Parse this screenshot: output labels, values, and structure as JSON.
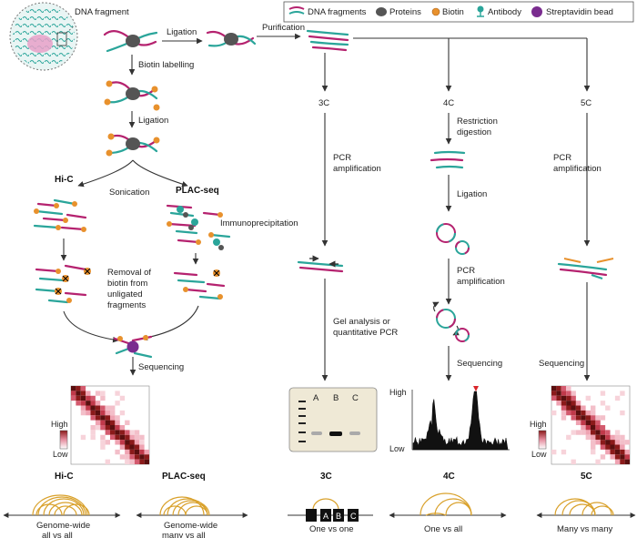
{
  "header": {
    "dna_fragment_label": "DNA fragment"
  },
  "legend": {
    "items": [
      {
        "label": "DNA fragments",
        "icon": "dna-fragments-icon"
      },
      {
        "label": "Proteins",
        "icon": "protein-icon"
      },
      {
        "label": "Biotin",
        "icon": "biotin-icon"
      },
      {
        "label": "Antibody",
        "icon": "antibody-icon"
      },
      {
        "label": "Streptavidin bead",
        "icon": "streptavidin-bead-icon"
      }
    ]
  },
  "steps": {
    "ligation_top": "Ligation",
    "purification": "Purification",
    "biotin_labelling": "Biotin labelling",
    "ligation_mid": "Ligation",
    "sonication": "Sonication",
    "immunoprecipitation": "Immunoprecipitation",
    "removal_line1": "Removal of",
    "removal_line2": "biotin from",
    "removal_line3": "unligated",
    "removal_line4": "fragments",
    "sequencing_left": "Sequencing"
  },
  "methods": {
    "hic": "Hi-C",
    "plac": "PLAC-seq",
    "c3": "3C",
    "c4": "4C",
    "c5": "5C"
  },
  "branch_3c": {
    "label": "3C",
    "pcr_line1": "PCR",
    "pcr_line2": "amplification",
    "gel_line1": "Gel analysis or",
    "gel_line2": "quantitative PCR",
    "lanes": [
      "A",
      "B",
      "C"
    ]
  },
  "branch_4c": {
    "label": "4C",
    "restriction_line1": "Restriction",
    "restriction_line2": "digestion",
    "ligation": "Ligation",
    "pcr_line1": "PCR",
    "pcr_line2": "amplification",
    "sequencing": "Sequencing",
    "high": "High",
    "low": "Low"
  },
  "branch_5c": {
    "label": "5C",
    "pcr_line1": "PCR",
    "pcr_line2": "amplification",
    "sequencing": "Sequencing"
  },
  "heatmap": {
    "high": "High",
    "low": "Low"
  },
  "bottom": {
    "hic_title": "Hi-C",
    "hic_line1": "Genome-wide",
    "hic_line2": "all vs all",
    "plac_title": "PLAC-seq",
    "plac_line1": "Genome-wide",
    "plac_line2": "many vs all",
    "c3_title": "3C",
    "c3_caption": "One vs one",
    "c3_boxes": [
      "A",
      "B",
      "C"
    ],
    "c4_title": "4C",
    "c4_caption": "One vs all",
    "c5_title": "5C",
    "c5_caption": "Many vs many"
  },
  "colors": {
    "dna_pink": "#b5226f",
    "dna_teal": "#2aa59a",
    "protein": "#555555",
    "biotin": "#e8912d",
    "bead": "#7a2c8f",
    "heat_high": "#8b1a1a",
    "arc": "#d9a12b"
  }
}
